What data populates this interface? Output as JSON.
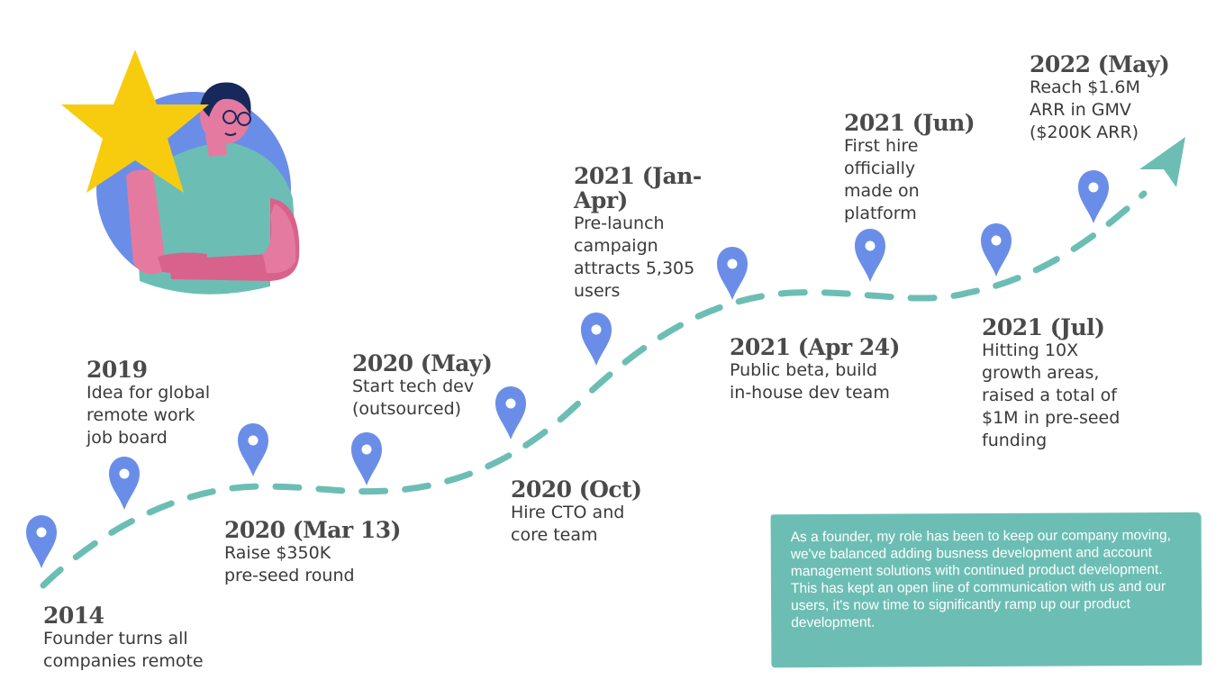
{
  "milestones": [
    {
      "year": "2014",
      "text": "Founder turns all\ncompanies remote"
    },
    {
      "year": "2019",
      "text": "Idea for global\nremote work\njob board"
    },
    {
      "year": "2020 (Mar 13)",
      "text": "Raise $350K\npre-seed round"
    },
    {
      "year": "2020 (May)",
      "text": "Start tech dev\n(outsourced)"
    },
    {
      "year": "2020 (Oct)",
      "text": "Hire CTO and\ncore team"
    },
    {
      "year": "2021 (Jan-\nApr)",
      "text": "Pre-launch\ncampaign\nattracts 5,305\nusers"
    },
    {
      "year": "2021 (Apr 24)",
      "text": "Public beta, build\nin-house dev team"
    },
    {
      "year": "2021 (Jun)",
      "text": "First hire\nofficially\nmade on\nplatform"
    },
    {
      "year": "2021 (Jul)",
      "text": "Hitting 10X\ngrowth areas,\nraised a total of\n$1M in pre-seed\nfunding"
    },
    {
      "year": "2022 (May)",
      "text": "Reach $1.6M\nARR in GMV\n($200K ARR)"
    }
  ],
  "note": {
    "text": "As a founder, my role has been to keep our company moving, we've balanced adding busness development and account management solutions with continued product development. This has kept an open line of communication with us and our users, it's now time to significantly ramp up our product development."
  },
  "colors": {
    "path": "#6cbeb4",
    "pin": "#6a8ee8",
    "star": "#f8cc0e",
    "circle": "#6a8ee8"
  },
  "icons": {
    "pin": "map-pin-icon",
    "arrow": "arrow-head-icon",
    "star": "star-icon"
  }
}
